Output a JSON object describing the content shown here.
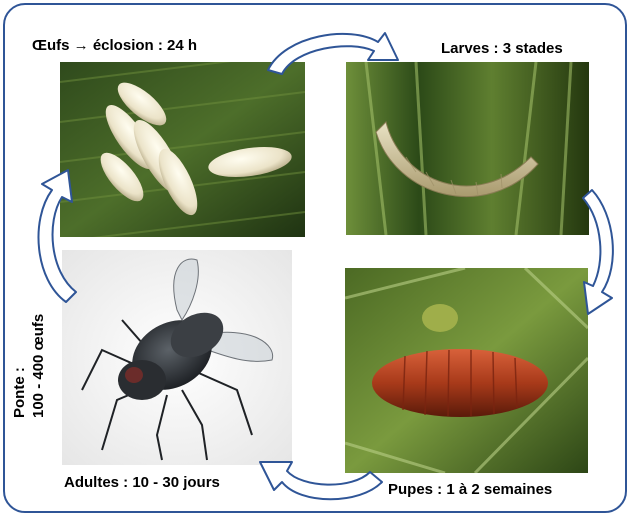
{
  "stages": {
    "eggs": {
      "label": "Œufs → éclosion : 24 h"
    },
    "larvae": {
      "label": "Larves : 3 stades"
    },
    "pupae": {
      "label": "Pupes : 1 à 2 semaines"
    },
    "adults": {
      "label": "Adultes : 10 - 30 jours"
    }
  },
  "laying": {
    "line1": "Ponte :",
    "line2": "100 - 400 œufs"
  },
  "colors": {
    "frame": "#2f5597",
    "arrow": "#2f5597"
  }
}
